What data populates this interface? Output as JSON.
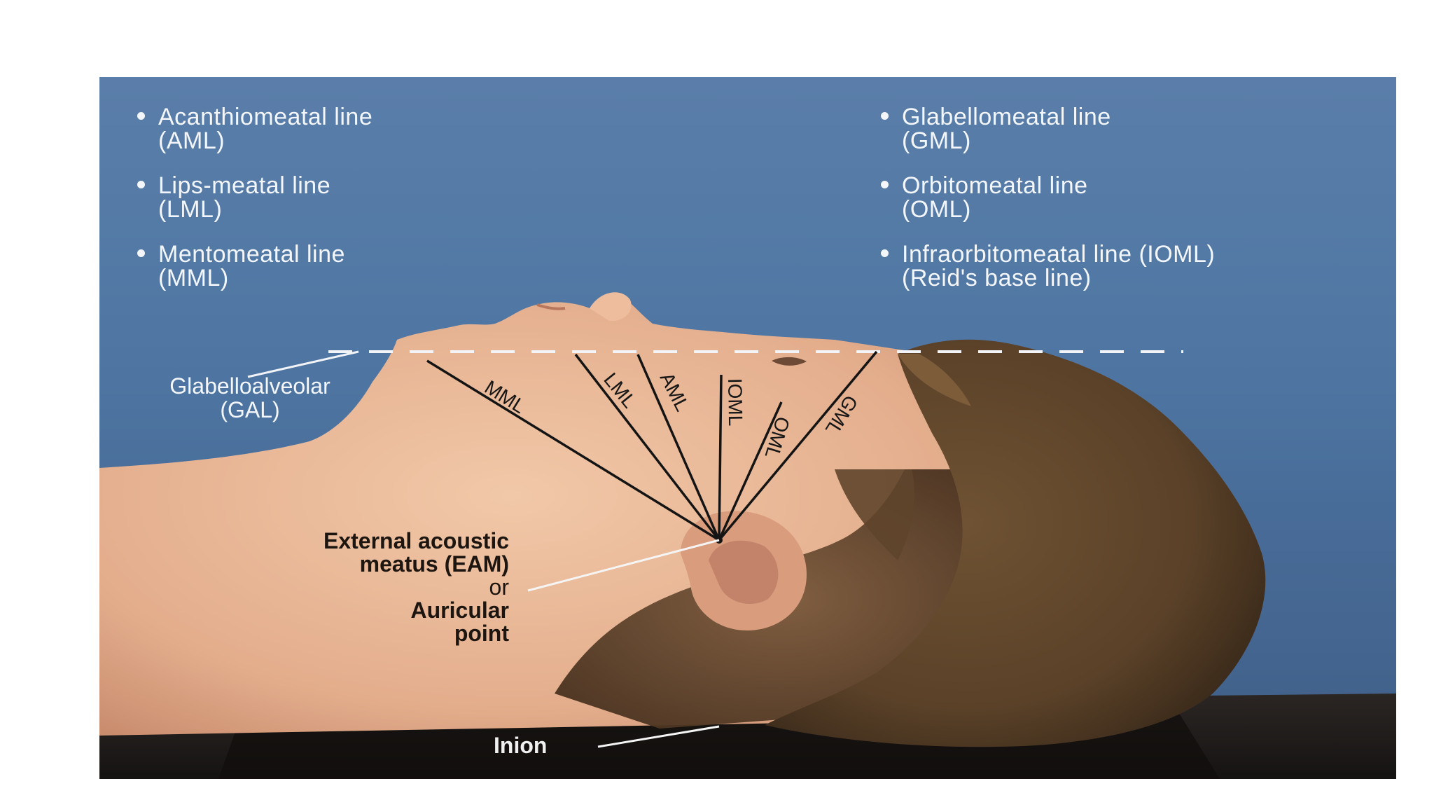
{
  "bullets_left": [
    {
      "line1": "Acanthiomeatal line",
      "line2": "(AML)"
    },
    {
      "line1": "Lips-meatal line",
      "line2": "(LML)"
    },
    {
      "line1": "Mentomeatal line",
      "line2": "(MML)"
    }
  ],
  "bullets_right": [
    {
      "line1": "Glabellomeatal line",
      "line2": "(GML)"
    },
    {
      "line1": "Orbitomeatal line",
      "line2": "(OML)"
    },
    {
      "line1": "Infraorbitomeatal line (IOML)",
      "line2": "(Reid's base line)"
    }
  ],
  "gal_label": {
    "line1": "Glabelloalveolar",
    "line2": "(GAL)"
  },
  "fan_lines": [
    "MML",
    "LML",
    "AML",
    "IOML",
    "OML",
    "GML"
  ],
  "eam_label": {
    "line1": "External acoustic",
    "line2": "meatus (EAM)",
    "line3": "or",
    "line4": "Auricular",
    "line5": "point"
  },
  "inion_label": "Inion",
  "colors": {
    "background": "#4f76a3",
    "skin": "#e6b594",
    "hair": "#5a4128",
    "table": "#1f1c1b"
  }
}
